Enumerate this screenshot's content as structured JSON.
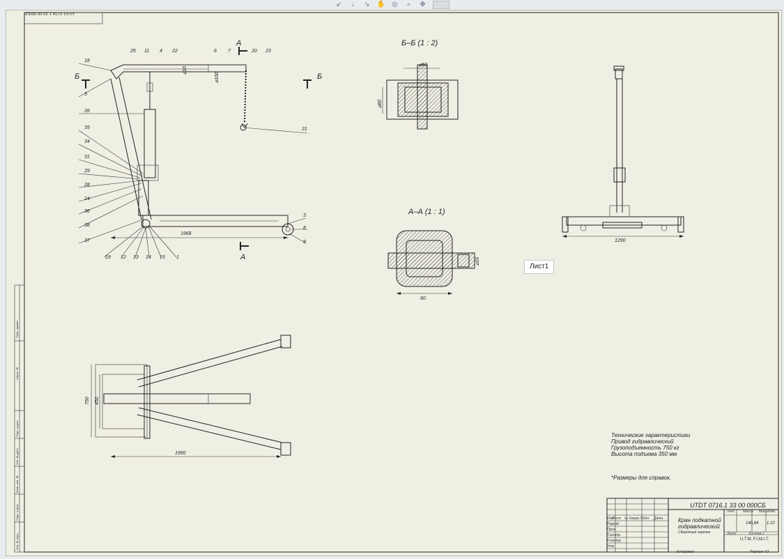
{
  "toolbar": {
    "icons": [
      "arrow-icon",
      "arrow-icon",
      "arrow-icon",
      "hand-icon",
      "target-icon",
      "zoom-icon",
      "pan-icon",
      "view-box-icon"
    ]
  },
  "sheet_tab": "Лист1",
  "frame_stamp": "UTDT 0716.1 33 00 000СБ",
  "section_b": "Б–Б (1 : 2)",
  "section_a": "А–А (1 : 1)",
  "section_marks": {
    "a": "А",
    "b": "Б"
  },
  "dims": {
    "d1968": "1968",
    "d1290": "1290",
    "d1950": "1950",
    "d750": "750",
    "d450": "450",
    "d60": "60",
    "d50": "⌀50",
    "d80": "⌀80",
    "d16": "⌀16",
    "d100": "⌀100",
    "d10": "⌀10"
  },
  "labels_left": [
    "18",
    "5",
    "26",
    "35",
    "34",
    "31",
    "29",
    "28",
    "24",
    "36",
    "38",
    "37"
  ],
  "labels_top": [
    "25",
    "11",
    "4",
    "22",
    "6",
    "7",
    "20",
    "23"
  ],
  "labels_right": [
    "21",
    "3",
    "8",
    "9"
  ],
  "labels_bottom": [
    "19",
    "12",
    "13",
    "14",
    "15",
    "1"
  ],
  "notes": [
    "Технические характеристики",
    "Привод гидравлический",
    "Грузоподъемность 750 кг",
    "Высота подъема 350 мм"
  ],
  "note_extra": "*Размеры для справок.",
  "title_block": {
    "code": "UTDT 0716.1 33 00 000СБ",
    "name_line1": "Кран подкатной",
    "name_line2": "гидравлический",
    "name_line3": "Сборочный чертеж",
    "mass": "140,84",
    "scale": "1:10",
    "org": "U.T.M. F.I.M.I.T.",
    "row_labels": [
      "Изм",
      "Разраб.",
      "Пров.",
      "Т.контр.",
      "Н.контр.",
      "Утв."
    ],
    "col_labels": [
      "Лист",
      "№ докум.",
      "Подп.",
      "Дата"
    ],
    "hdr": [
      "Лит.",
      "Масса",
      "Масштаб"
    ],
    "sheet": "Лист",
    "sheets": "Листов 1",
    "copied": "Копировал",
    "format": "Формат A3"
  },
  "side_labels": [
    "Перв. примен.",
    "Справ. №",
    "Подп. и дата",
    "Инв. № дубл.",
    "Взам. инв. №",
    "Подп. и дата",
    "Инв. № подл."
  ]
}
